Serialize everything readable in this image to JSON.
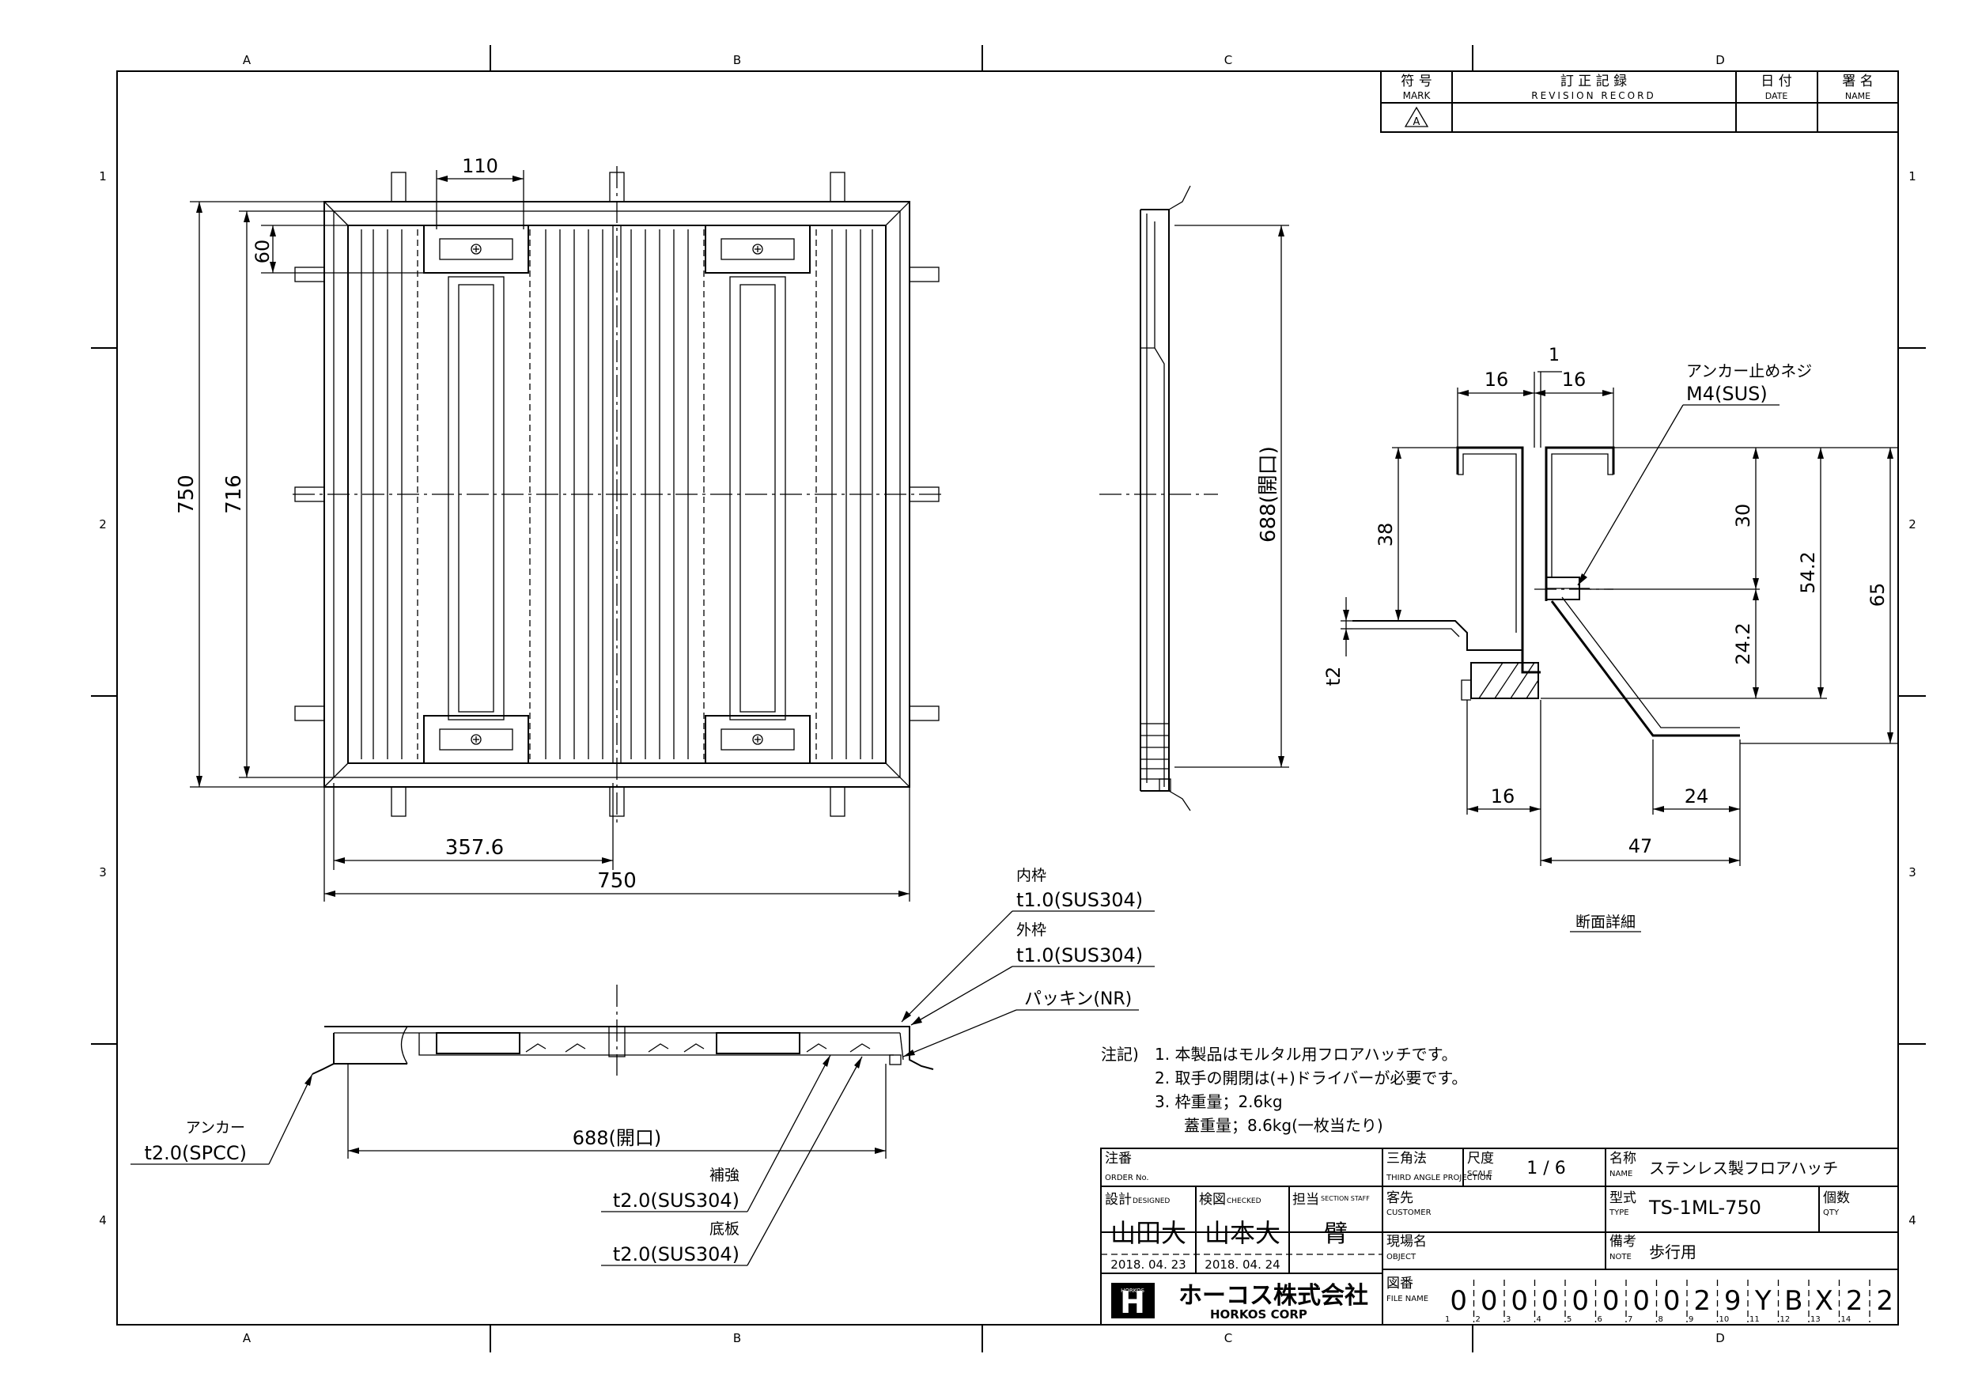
{
  "border": {
    "columns": [
      "A",
      "B",
      "C",
      "D"
    ],
    "rows": [
      "1",
      "2",
      "3",
      "4"
    ]
  },
  "revision": {
    "mark_jp": "符 号",
    "mark_en": "MARK",
    "record_jp": "訂 正 記 録",
    "record_en": "REVISION RECORD",
    "date_jp": "日 付",
    "date_en": "DATE",
    "name_jp": "署 名",
    "name_en": "NAME",
    "symbol": "A"
  },
  "plan_view": {
    "dim_top": "110",
    "dim_60": "60",
    "dim_outer_height": "750",
    "dim_inner_height": "716",
    "dim_half_width": "357.6",
    "dim_outer_width": "750"
  },
  "side_view": {
    "dim_opening": "688(開口)"
  },
  "detail": {
    "title": "断面詳細",
    "anchor_screw_label": "アンカー止めネジ",
    "anchor_screw_spec": "M4(SUS)",
    "dim_1": "1",
    "dim_16_left": "16",
    "dim_16_right": "16",
    "dim_38": "38",
    "dim_30": "30",
    "dim_54_2": "54.2",
    "dim_65": "65",
    "dim_24_2": "24.2",
    "dim_t2": "t2",
    "dim_16_bottom": "16",
    "dim_24": "24",
    "dim_47": "47"
  },
  "section_view": {
    "inner_frame_label": "内枠",
    "inner_frame_spec": "t1.0(SUS304)",
    "outer_frame_label": "外枠",
    "outer_frame_spec": "t1.0(SUS304)",
    "packing_label": "パッキン(NR)",
    "anchor_label": "アンカー",
    "anchor_spec": "t2.0(SPCC)",
    "opening_dim": "688(開口)",
    "reinforce_label": "補強",
    "reinforce_spec": "t2.0(SUS304)",
    "bottom_label": "底板",
    "bottom_spec": "t2.0(SUS304)"
  },
  "notes": {
    "heading": "注記)",
    "items": [
      "1. 本製品はモルタル用フロアハッチです。",
      "2. 取手の開閉は(+)ドライバーが必要です。",
      "3. 枠重量；2.6kg",
      "蓋重量；8.6kg(一枚当たり)"
    ]
  },
  "title_block": {
    "order_jp": "注番",
    "order_en": "ORDER No.",
    "projection_jp": "三角法",
    "projection_en": "THIRD ANGLE PROJECTION",
    "scale_jp": "尺度",
    "scale_en": "SCALE",
    "scale_value": "1 / 6",
    "name_jp": "名称",
    "name_en": "NAME",
    "name_value": "ステンレス製フロアハッチ",
    "designed_jp": "設計",
    "designed_en": "DESIGNED",
    "checked_jp": "検図",
    "checked_en": "CHECKED",
    "staff_jp": "担当",
    "staff_en": "SECTION STAFF",
    "customer_jp": "客先",
    "customer_en": "CUSTOMER",
    "type_jp": "型式",
    "type_en": "TYPE",
    "type_value": "TS-1ML-750",
    "qty_jp": "個数",
    "qty_en": "QTY",
    "designer": "山田大",
    "checker": "山本大",
    "staff": "臂",
    "design_date": "2018. 04. 23",
    "check_date": "2018. 04. 24",
    "object_jp": "現場名",
    "object_en": "OBJECT",
    "note_jp": "備考",
    "note_en": "NOTE",
    "note_value": "歩行用",
    "company_logo": "H",
    "company_logo_small": "HORKOS",
    "company_jp": "ホーコス株式会社",
    "company_en": "HORKOS CORP",
    "file_jp": "図番",
    "file_en": "FILE NAME",
    "file_chars": [
      "0",
      "0",
      "0",
      "0",
      "0",
      "0",
      "0",
      "0",
      "2",
      "9",
      "Y",
      "B",
      "X",
      "2",
      "2"
    ],
    "file_indices": [
      "1",
      "2",
      "3",
      "4",
      "5",
      "6",
      "7",
      "8",
      "9",
      "10",
      "11",
      "12",
      "13",
      "14"
    ]
  }
}
